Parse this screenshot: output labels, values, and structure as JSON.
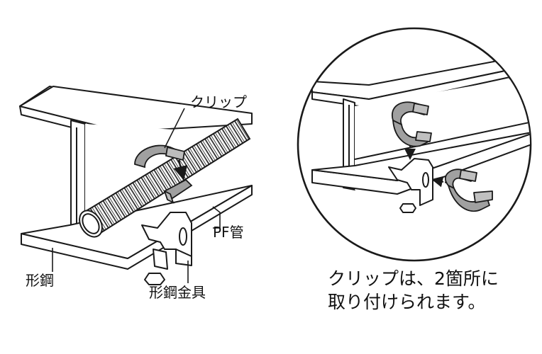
{
  "labels": {
    "clip": "クリップ",
    "pf_pipe": "PF管",
    "shape_steel": "形鋼",
    "shape_steel_fitting": "形鋼金具"
  },
  "caption": {
    "line1": "クリップは、2箇所に",
    "line2": "取り付けられます。"
  },
  "colors": {
    "line": "#1a1a1a",
    "clip_gray": "#9e9e9e",
    "steel_white": "#ffffff",
    "pipe_white": "#ffffff"
  },
  "icons": {
    "assembly_arrow": "arrow-icon"
  }
}
